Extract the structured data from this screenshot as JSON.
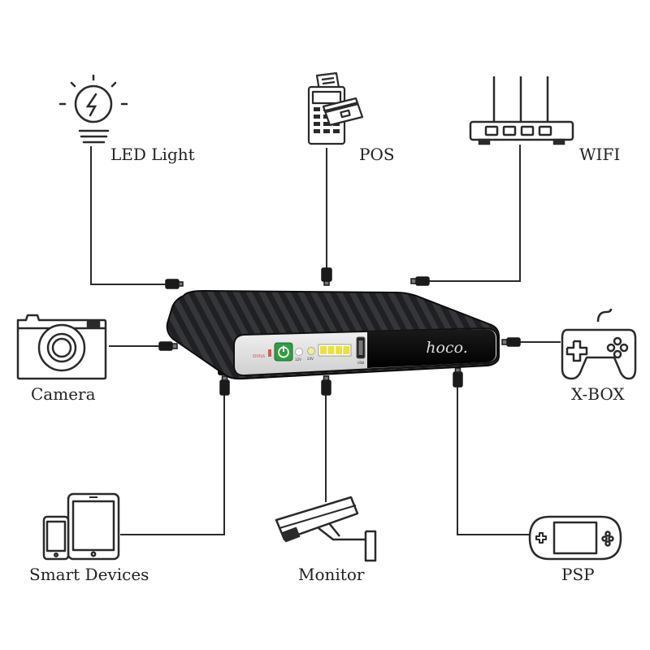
{
  "product": {
    "brand": "hoco."
  },
  "devices": {
    "led_light": "LED Light",
    "pos": "POS",
    "wifi": "WIFI",
    "camera": "Camera",
    "xbox": "X-BOX",
    "smart_devices": "Smart Devices",
    "monitor": "Monitor",
    "psp": "PSP"
  },
  "colors": {
    "line": "#2a2a2a",
    "device_body": "#1c1c1e",
    "panel": "#e6e6e6",
    "power_button": "#2e9e44",
    "battery_indicator": "#e8e23a"
  }
}
